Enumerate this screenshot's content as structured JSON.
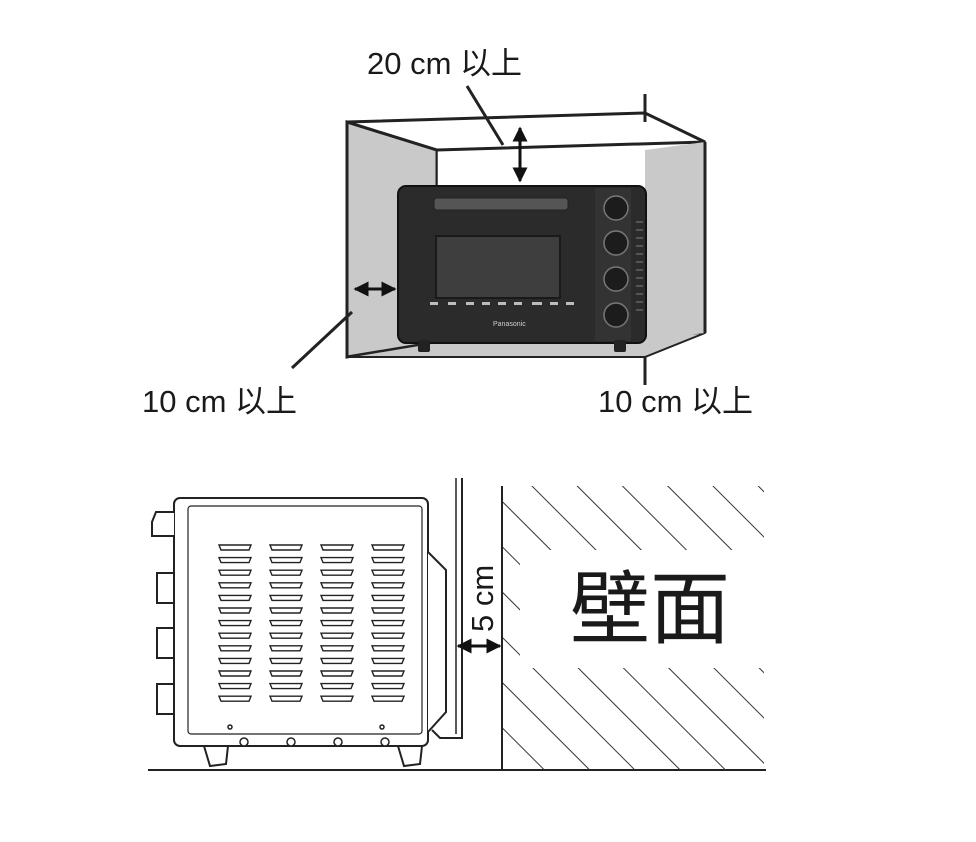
{
  "top_clearance": "20 cm 以上",
  "left_clearance": "10 cm 以上",
  "right_clearance": "10 cm 以上",
  "rear_clearance": "5 cm",
  "wall_label": "壁面",
  "brand": "Panasonic",
  "colors": {
    "enclosure": "#c8c8c8",
    "oven_body": "#2b2b2b",
    "oven_window": "#3a3a3a",
    "line": "#222222"
  }
}
